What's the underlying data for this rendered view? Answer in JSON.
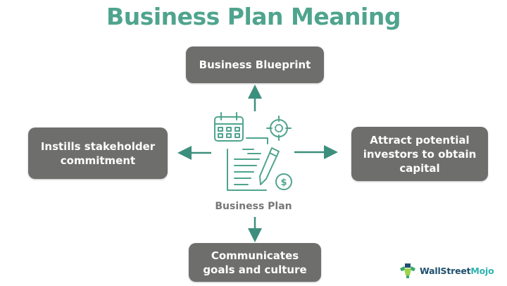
{
  "title": "Business Plan Meaning",
  "center": {
    "label": "Business Plan",
    "icons": [
      "calendar-icon",
      "target-icon",
      "document-icon",
      "pencil-icon",
      "dollar-coin-icon"
    ]
  },
  "nodes": {
    "top": "Business Blueprint",
    "left": "Instills stakeholder\ncommitment",
    "right": "Attract potential\ninvestors to obtain\ncapital",
    "bottom": "Communicates\ngoals and culture"
  },
  "logo": {
    "part1": "WallStreet",
    "part2": "Mojo"
  },
  "colors": {
    "accent": "#4fa48e",
    "arrow": "#3d8f7d",
    "box": "#6e6e6c",
    "box_text": "#ffffff",
    "label": "#777777"
  }
}
